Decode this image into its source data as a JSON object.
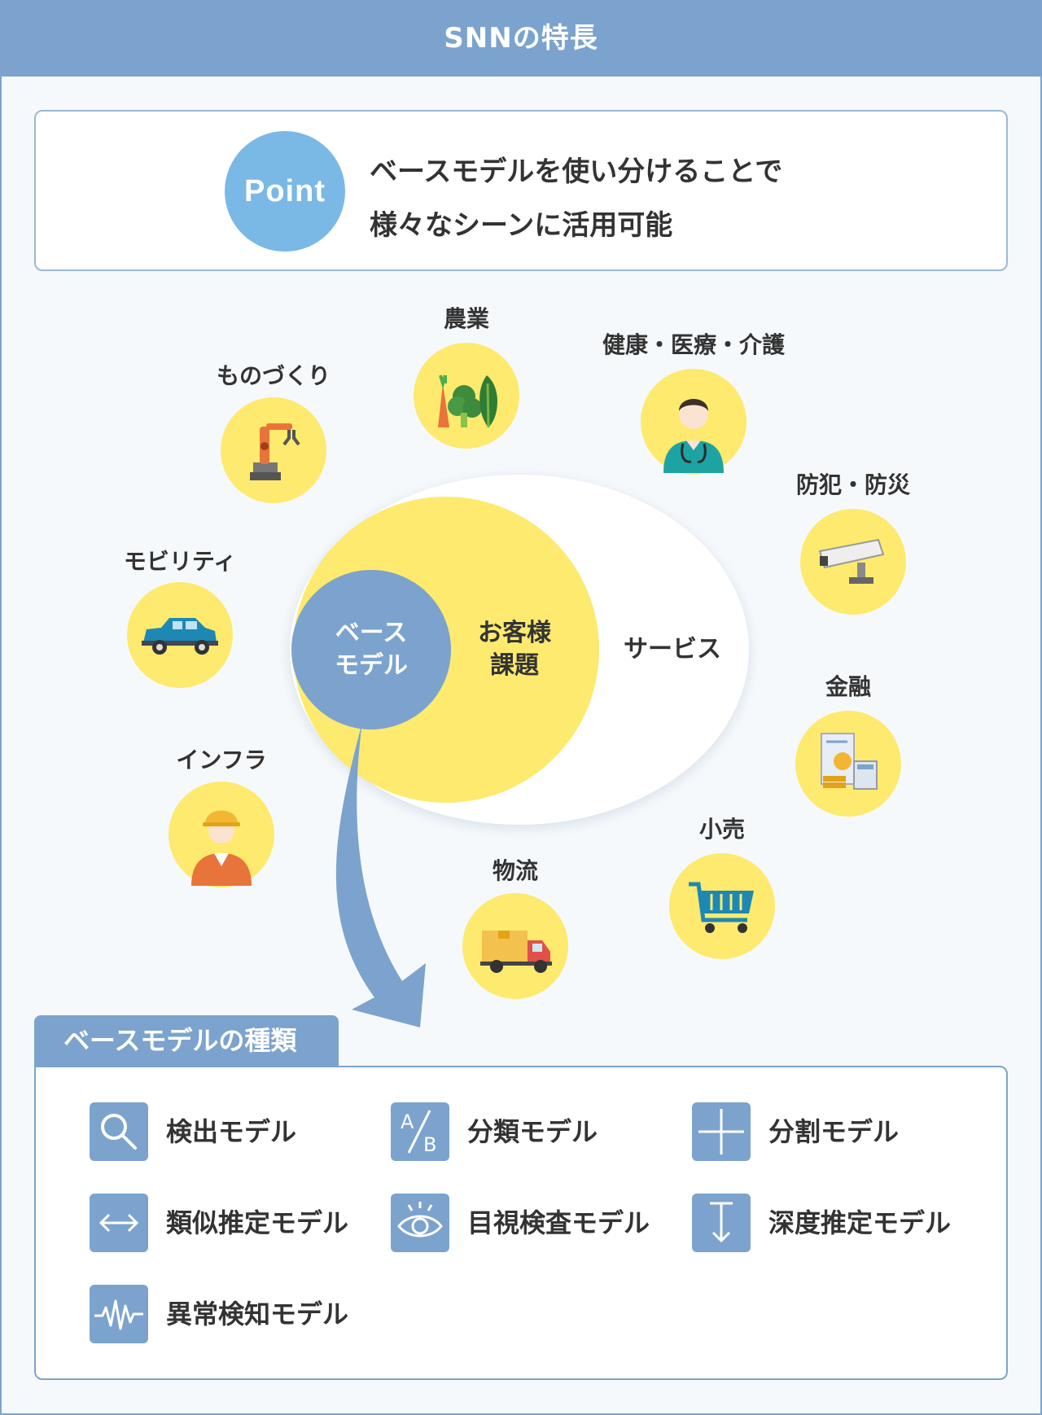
{
  "header": {
    "title": "SNNの特長"
  },
  "point": {
    "badge": "Point",
    "line1": "ベースモデルを使い分けることで",
    "line2": "様々なシーンに活用可能"
  },
  "diagram": {
    "inner": "ベース\nモデル",
    "middle": "お客様\n課題",
    "outer": "サービス",
    "colors": {
      "yellow": "#fdea6e",
      "blue": "#7ca3cd",
      "white": "#ffffff"
    }
  },
  "categories": [
    {
      "label": "農業",
      "icon": "vegetables-icon"
    },
    {
      "label": "健康・医療・介護",
      "icon": "nurse-icon"
    },
    {
      "label": "ものづくり",
      "icon": "robot-arm-icon"
    },
    {
      "label": "防犯・防災",
      "icon": "security-camera-icon"
    },
    {
      "label": "モビリティ",
      "icon": "car-icon"
    },
    {
      "label": "金融",
      "icon": "finance-icon"
    },
    {
      "label": "インフラ",
      "icon": "worker-icon"
    },
    {
      "label": "小売",
      "icon": "shopping-cart-icon"
    },
    {
      "label": "物流",
      "icon": "truck-icon"
    }
  ],
  "models": {
    "title": "ベースモデルの種類",
    "items": [
      {
        "label": "検出モデル",
        "icon": "magnifier-icon"
      },
      {
        "label": "分類モデル",
        "icon": "ab-icon"
      },
      {
        "label": "分割モデル",
        "icon": "plus-icon"
      },
      {
        "label": "類似推定モデル",
        "icon": "double-arrow-icon"
      },
      {
        "label": "目視検査モデル",
        "icon": "eye-icon"
      },
      {
        "label": "深度推定モデル",
        "icon": "down-arrow-icon"
      },
      {
        "label": "異常検知モデル",
        "icon": "waveform-icon"
      }
    ]
  }
}
